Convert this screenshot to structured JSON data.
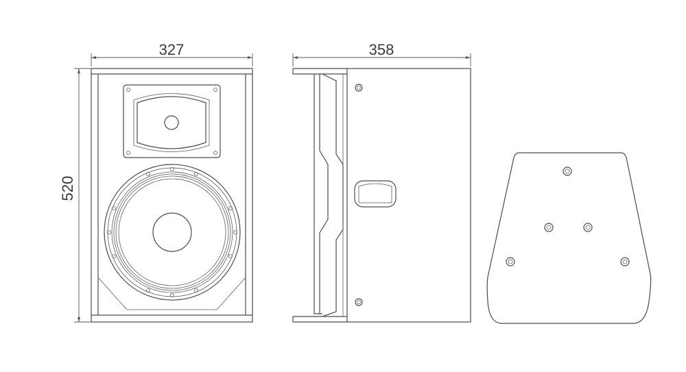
{
  "dimensions": {
    "width_label": "327",
    "depth_label": "358",
    "height_label": "520"
  },
  "views": {
    "front": "front-view",
    "side": "side-view",
    "top": "top-view"
  },
  "colors": {
    "line": "#4a4a4a",
    "background": "#ffffff"
  }
}
